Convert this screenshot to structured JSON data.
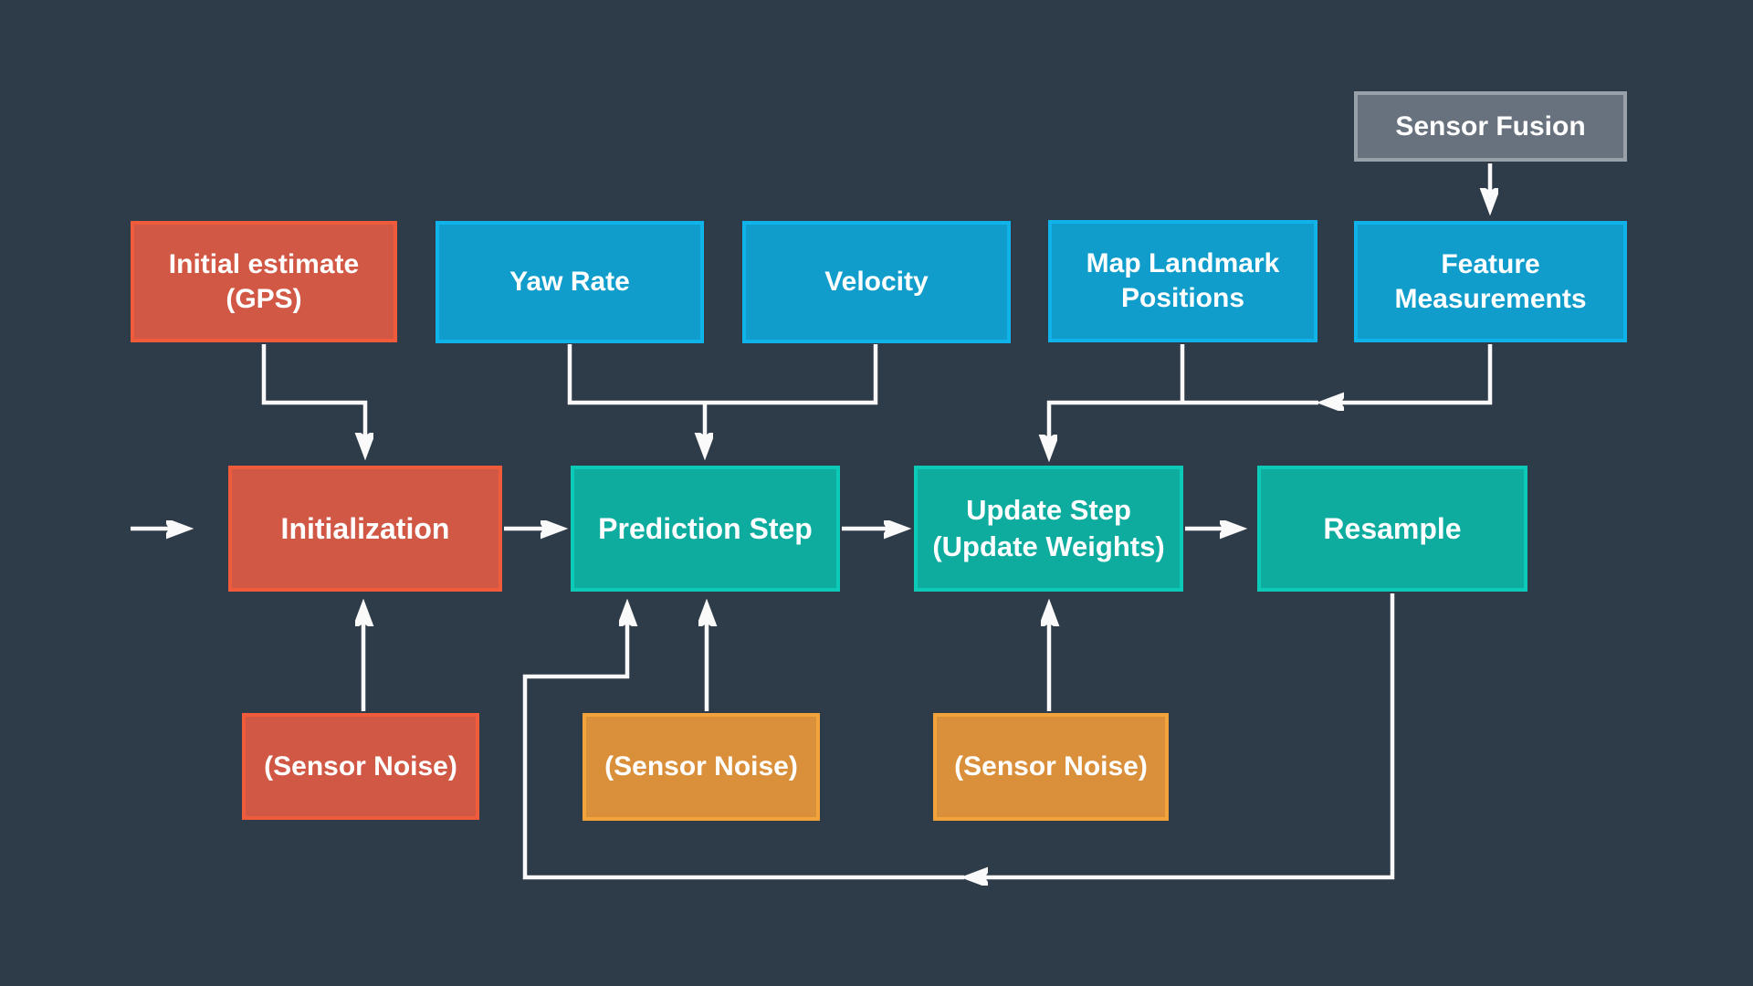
{
  "palette": {
    "background": "#2e3b49",
    "red_fill": "#d15845",
    "red_border": "#ef5b3b",
    "blue_fill": "#119dcc",
    "blue_border": "#0fb3ea",
    "teal_fill": "#0dac9f",
    "teal_border": "#0bcbb8",
    "orange_fill": "#da8f3a",
    "orange_border": "#f3a33c",
    "gray_fill": "#68727e",
    "gray_border": "#98a0a9",
    "arrow": "#fafafa",
    "text": "#ffffff"
  },
  "nodes": {
    "sensor_fusion": {
      "label": "Sensor Fusion"
    },
    "initial_estimate": {
      "line1": "Initial estimate",
      "line2": "(GPS)"
    },
    "yaw_rate": {
      "label": "Yaw Rate"
    },
    "velocity": {
      "label": "Velocity"
    },
    "map_landmark": {
      "line1": "Map Landmark",
      "line2": "Positions"
    },
    "feature_measurements": {
      "line1": "Feature",
      "line2": "Measurements"
    },
    "initialization": {
      "label": "Initialization"
    },
    "prediction": {
      "label": "Prediction Step"
    },
    "update": {
      "line1": "Update Step",
      "line2": "(Update Weights)"
    },
    "resample": {
      "label": "Resample"
    },
    "noise_initialization": {
      "label": "(Sensor Noise)"
    },
    "noise_prediction": {
      "label": "(Sensor Noise)"
    },
    "noise_update": {
      "label": "(Sensor Noise)"
    }
  }
}
